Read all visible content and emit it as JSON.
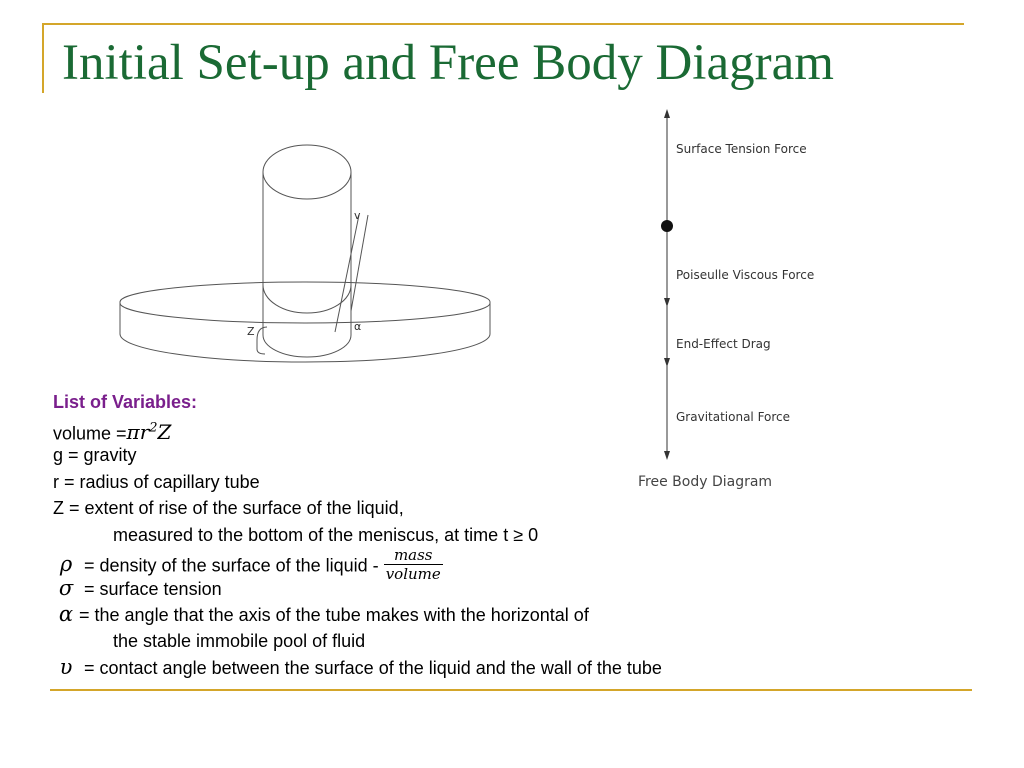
{
  "title": "Initial Set-up and Free Body Diagram",
  "diagram": {
    "label_v": "v",
    "label_z": "Z",
    "label_alpha": "α"
  },
  "fbd": {
    "forces": [
      "Surface Tension Force",
      "Poiseulle Viscous Force",
      "End-Effect Drag",
      "Gravitational Force"
    ],
    "caption": "Free Body Diagram"
  },
  "variables": {
    "heading": "List of Variables:",
    "volume_label": "volume =",
    "volume_formula_pi": "π",
    "volume_formula_r": "r",
    "volume_formula_exp": "2",
    "volume_formula_z": "Z",
    "g_text": "g  = gravity",
    "r_text": "r   = radius of capillary tube",
    "z_text": "Z  = extent of rise of the surface of the liquid,",
    "z_text_cont": "measured to the bottom of the meniscus, at time t ≥ 0",
    "rho_symbol": "ρ",
    "rho_text": " = density of the surface of the liquid - ",
    "rho_frac_num": "mass",
    "rho_frac_den": "volume",
    "sigma_symbol": "σ",
    "sigma_text": " = surface tension",
    "alpha_symbol": "α",
    "alpha_text": "= the angle that the axis of the tube makes with the horizontal of",
    "alpha_text_cont": "the stable immobile pool of fluid",
    "upsilon_symbol": "υ",
    "upsilon_text": " = contact angle between the surface of the liquid and the wall of the tube"
  }
}
